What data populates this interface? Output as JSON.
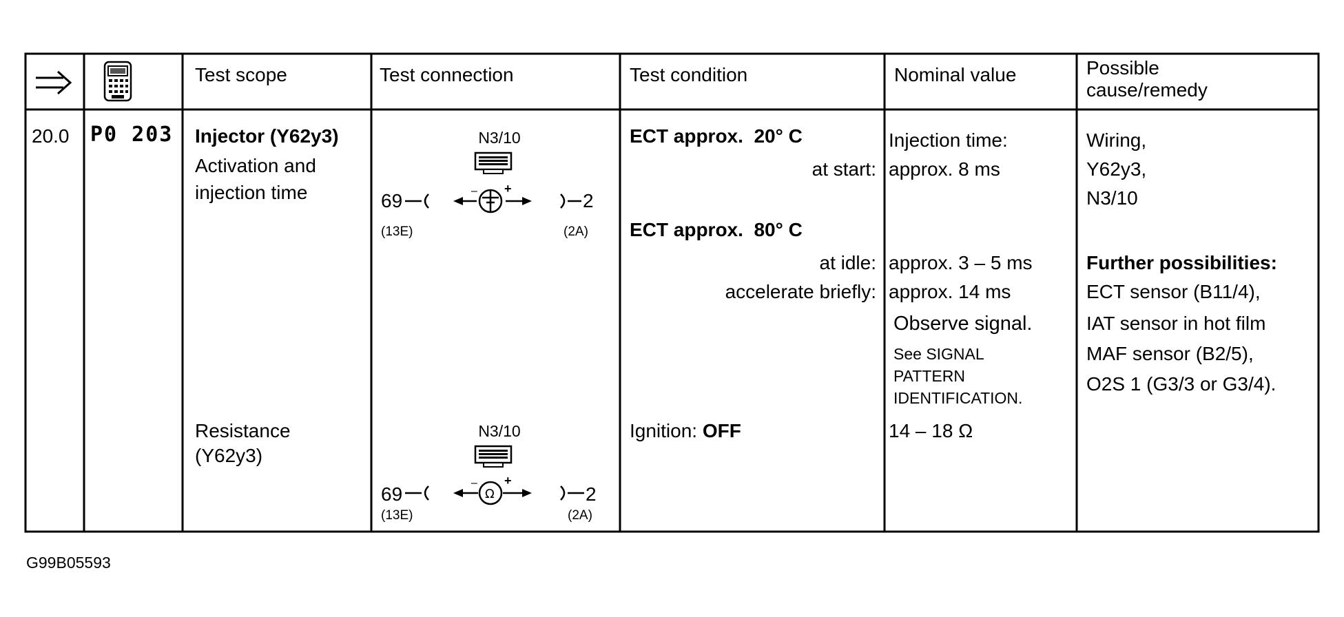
{
  "header": {
    "arrow_icon": "double-right-arrow",
    "tester_icon": "handheld-tester",
    "test_scope": "Test scope",
    "test_connection": "Test connection",
    "test_condition": "Test condition",
    "nominal_value": "Nominal value",
    "cause_line1": "Possible",
    "cause_line2": "cause/remedy"
  },
  "row": {
    "step": "20.0",
    "code": "P0 203",
    "scope_title": "Injector (Y62y3)",
    "scope_line2": "Activation and",
    "scope_line3": "injection time",
    "scope_res1": "Resistance",
    "scope_res2": "(Y62y3)",
    "conn1": {
      "module": "N3/10",
      "left_pin": "69",
      "right_pin": "2",
      "left_sub": "(13E)",
      "right_sub": "(2A)",
      "meter_icon": "voltmeter"
    },
    "conn2": {
      "module": "N3/10",
      "left_pin": "69",
      "right_pin": "2",
      "left_sub": "(13E)",
      "right_sub": "(2A)",
      "meter_icon": "ohmmeter"
    },
    "cond_ect20": "ECT approx.  20° C",
    "cond_at_start": "at start:",
    "cond_ect80": "ECT approx.  80° C",
    "cond_at_idle": "at idle:",
    "cond_accel": "accelerate briefly:",
    "cond_ign_label": "Ignition: ",
    "cond_ign_value": "OFF",
    "nom_inj_time": "Injection time:",
    "nom_8ms": "approx. 8 ms",
    "nom_3_5ms": "approx. 3 – 5 ms",
    "nom_14ms": "approx. 14 ms",
    "nom_observe": "Observe signal.",
    "nom_see1": "See SIGNAL",
    "nom_see2": "PATTERN",
    "nom_see3": "IDENTIFICATION.",
    "nom_res": "14 – 18 Ω",
    "cause_wiring": "Wiring,",
    "cause_y62y3": "Y62y3,",
    "cause_n310": "N3/10",
    "further_title": "Further possibilities:",
    "further_1": "ECT sensor (B11/4),",
    "further_2": "IAT sensor in hot film",
    "further_3": "MAF sensor (B2/5),",
    "further_4": "O2S 1 (G3/3 or G3/4)."
  },
  "footer": {
    "figure_id": "G99B05593"
  }
}
